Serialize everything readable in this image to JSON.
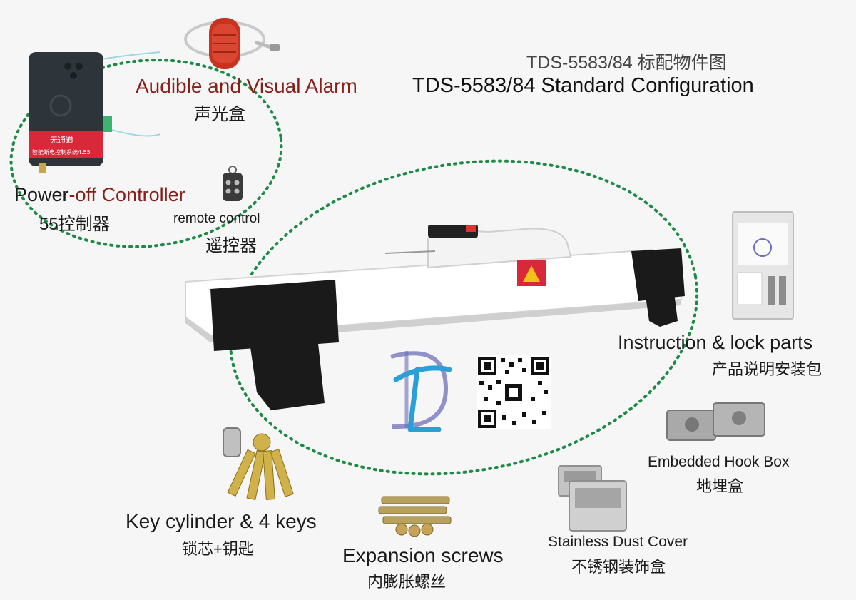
{
  "title": {
    "cn": "TDS-5583/84 标配物件图",
    "en": "TDS-5583/84 Standard Configuration"
  },
  "items": {
    "alarm": {
      "en": "Audible and Visual Alarm",
      "cn": "声光盒"
    },
    "controller": {
      "en_a": "Power",
      "en_b": "-off Controller",
      "cn": "55控制器",
      "device_label": "无通道",
      "device_sublabel": "智能断电控制系统4.55"
    },
    "remote": {
      "en": "remote control",
      "cn": "遥控器"
    },
    "instructions": {
      "en": "Instruction & lock parts",
      "cn": "产品说明安装包"
    },
    "hook_box": {
      "en": "Embedded Hook Box",
      "cn": "地埋盒"
    },
    "dust_cover": {
      "en": "Stainless Dust Cover",
      "cn": "不锈钢装饰盒"
    },
    "key_cylinder": {
      "en": "Key cylinder & 4 keys",
      "cn": "锁芯+钥匙"
    },
    "screws": {
      "en": "Expansion screws",
      "cn": "内膨胀螺丝"
    }
  },
  "colors": {
    "dotted_ring": "#1e8a46",
    "alarm_red": "#c8321e",
    "logo_blue": "#2a9fd8",
    "logo_purple": "#6d6fb8",
    "controller_accent": "#d8283a"
  }
}
